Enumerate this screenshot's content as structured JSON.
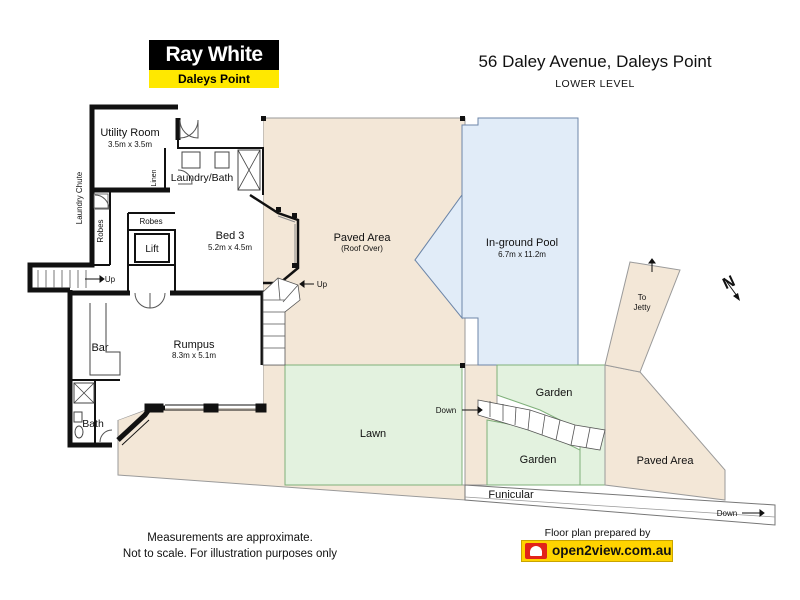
{
  "brand": {
    "name": "Ray White",
    "office": "Daleys Point"
  },
  "header": {
    "address": "56 Daley Avenue, Daleys Point",
    "level": "LOWER  LEVEL"
  },
  "rooms": {
    "utility_room": "Utility Room",
    "utility_room_dims": "3.5m x 3.5m",
    "laundry_bath": "Laundry/Bath",
    "linen": "Linen",
    "laundry_chute": "Laundry Chute",
    "robes_left": "Robes",
    "robes_top": "Robes",
    "lift": "Lift",
    "bed3": "Bed 3",
    "bed3_dims": "5.2m x 4.5m",
    "rumpus": "Rumpus",
    "rumpus_dims": "8.3m x 5.1m",
    "bar": "Bar",
    "bath": "Bath",
    "paved_area": "Paved Area",
    "paved_area_note": "(Roof Over)",
    "pool": "In-ground Pool",
    "pool_dims": "6.7m x 11.2m",
    "lawn": "Lawn",
    "garden_upper": "Garden",
    "garden_lower": "Garden",
    "paved_area_right": "Paved Area",
    "funicular": "Funicular",
    "to_jetty": "To\nJetty"
  },
  "directions": {
    "up_left": "Up",
    "up_stair": "Up",
    "down_garden": "Down",
    "down_funicular": "Down"
  },
  "compass": "N",
  "disclaimer": {
    "line1": "Measurements are approximate.",
    "line2": "Not to scale.  For illustration purposes only"
  },
  "credit": {
    "prepared_by": "Floor plan prepared by",
    "site": "open2view.com.au"
  },
  "colors": {
    "wall": "#111111",
    "beige": "#f3e7d7",
    "pool": "#e1ecf8",
    "pool_stroke": "#6d86a8",
    "garden": "#e3f2df",
    "garden_stroke": "#7fb07a",
    "outline": "#9a9a9a"
  }
}
